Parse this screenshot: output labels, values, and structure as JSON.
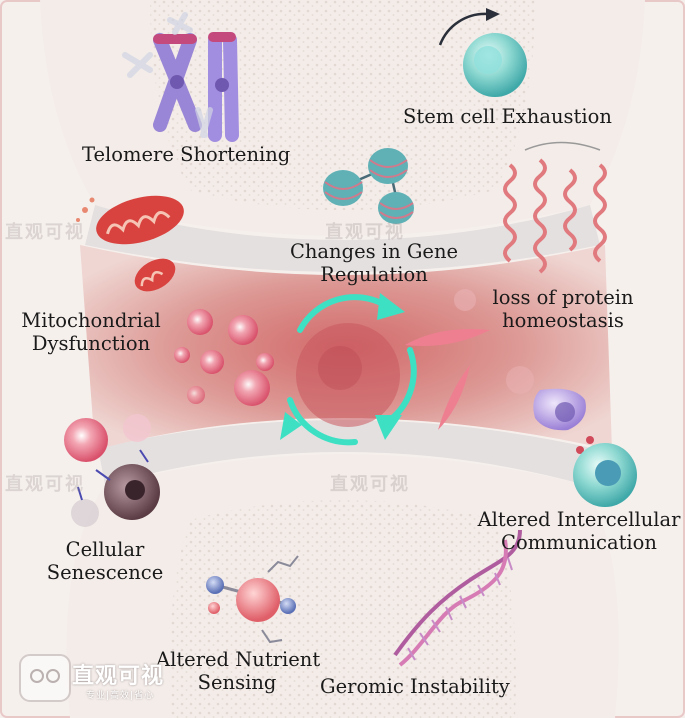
{
  "labels": {
    "telomere": "Telomere Shortening",
    "stem_cell": "Stem cell  Exhaustion",
    "gene_reg_line1": "Changes in Gene",
    "gene_reg_line2": "Regulation",
    "protein_line1": "loss of protein",
    "protein_line2": "homeostasis",
    "mito_line1": "Mitochondrial",
    "mito_line2": "Dysfunction",
    "intercell_line1": "Altered Intercellular",
    "intercell_line2": "Communication",
    "senescence_line1": "Cellular",
    "senescence_line2": "Senescence",
    "nutrient_line1": "Altered Nutrient",
    "nutrient_line2": "Sensing",
    "genomic": "Geromic Instability"
  },
  "watermark": {
    "brand": "直观可视",
    "tagline": "专业|高效|省心"
  },
  "colors": {
    "background": "#f6f0ed",
    "joint_band": "#c97a7a",
    "bone": "#f1e9e4",
    "arrow": "#3ee0c4",
    "text": "#1a1a1a"
  }
}
